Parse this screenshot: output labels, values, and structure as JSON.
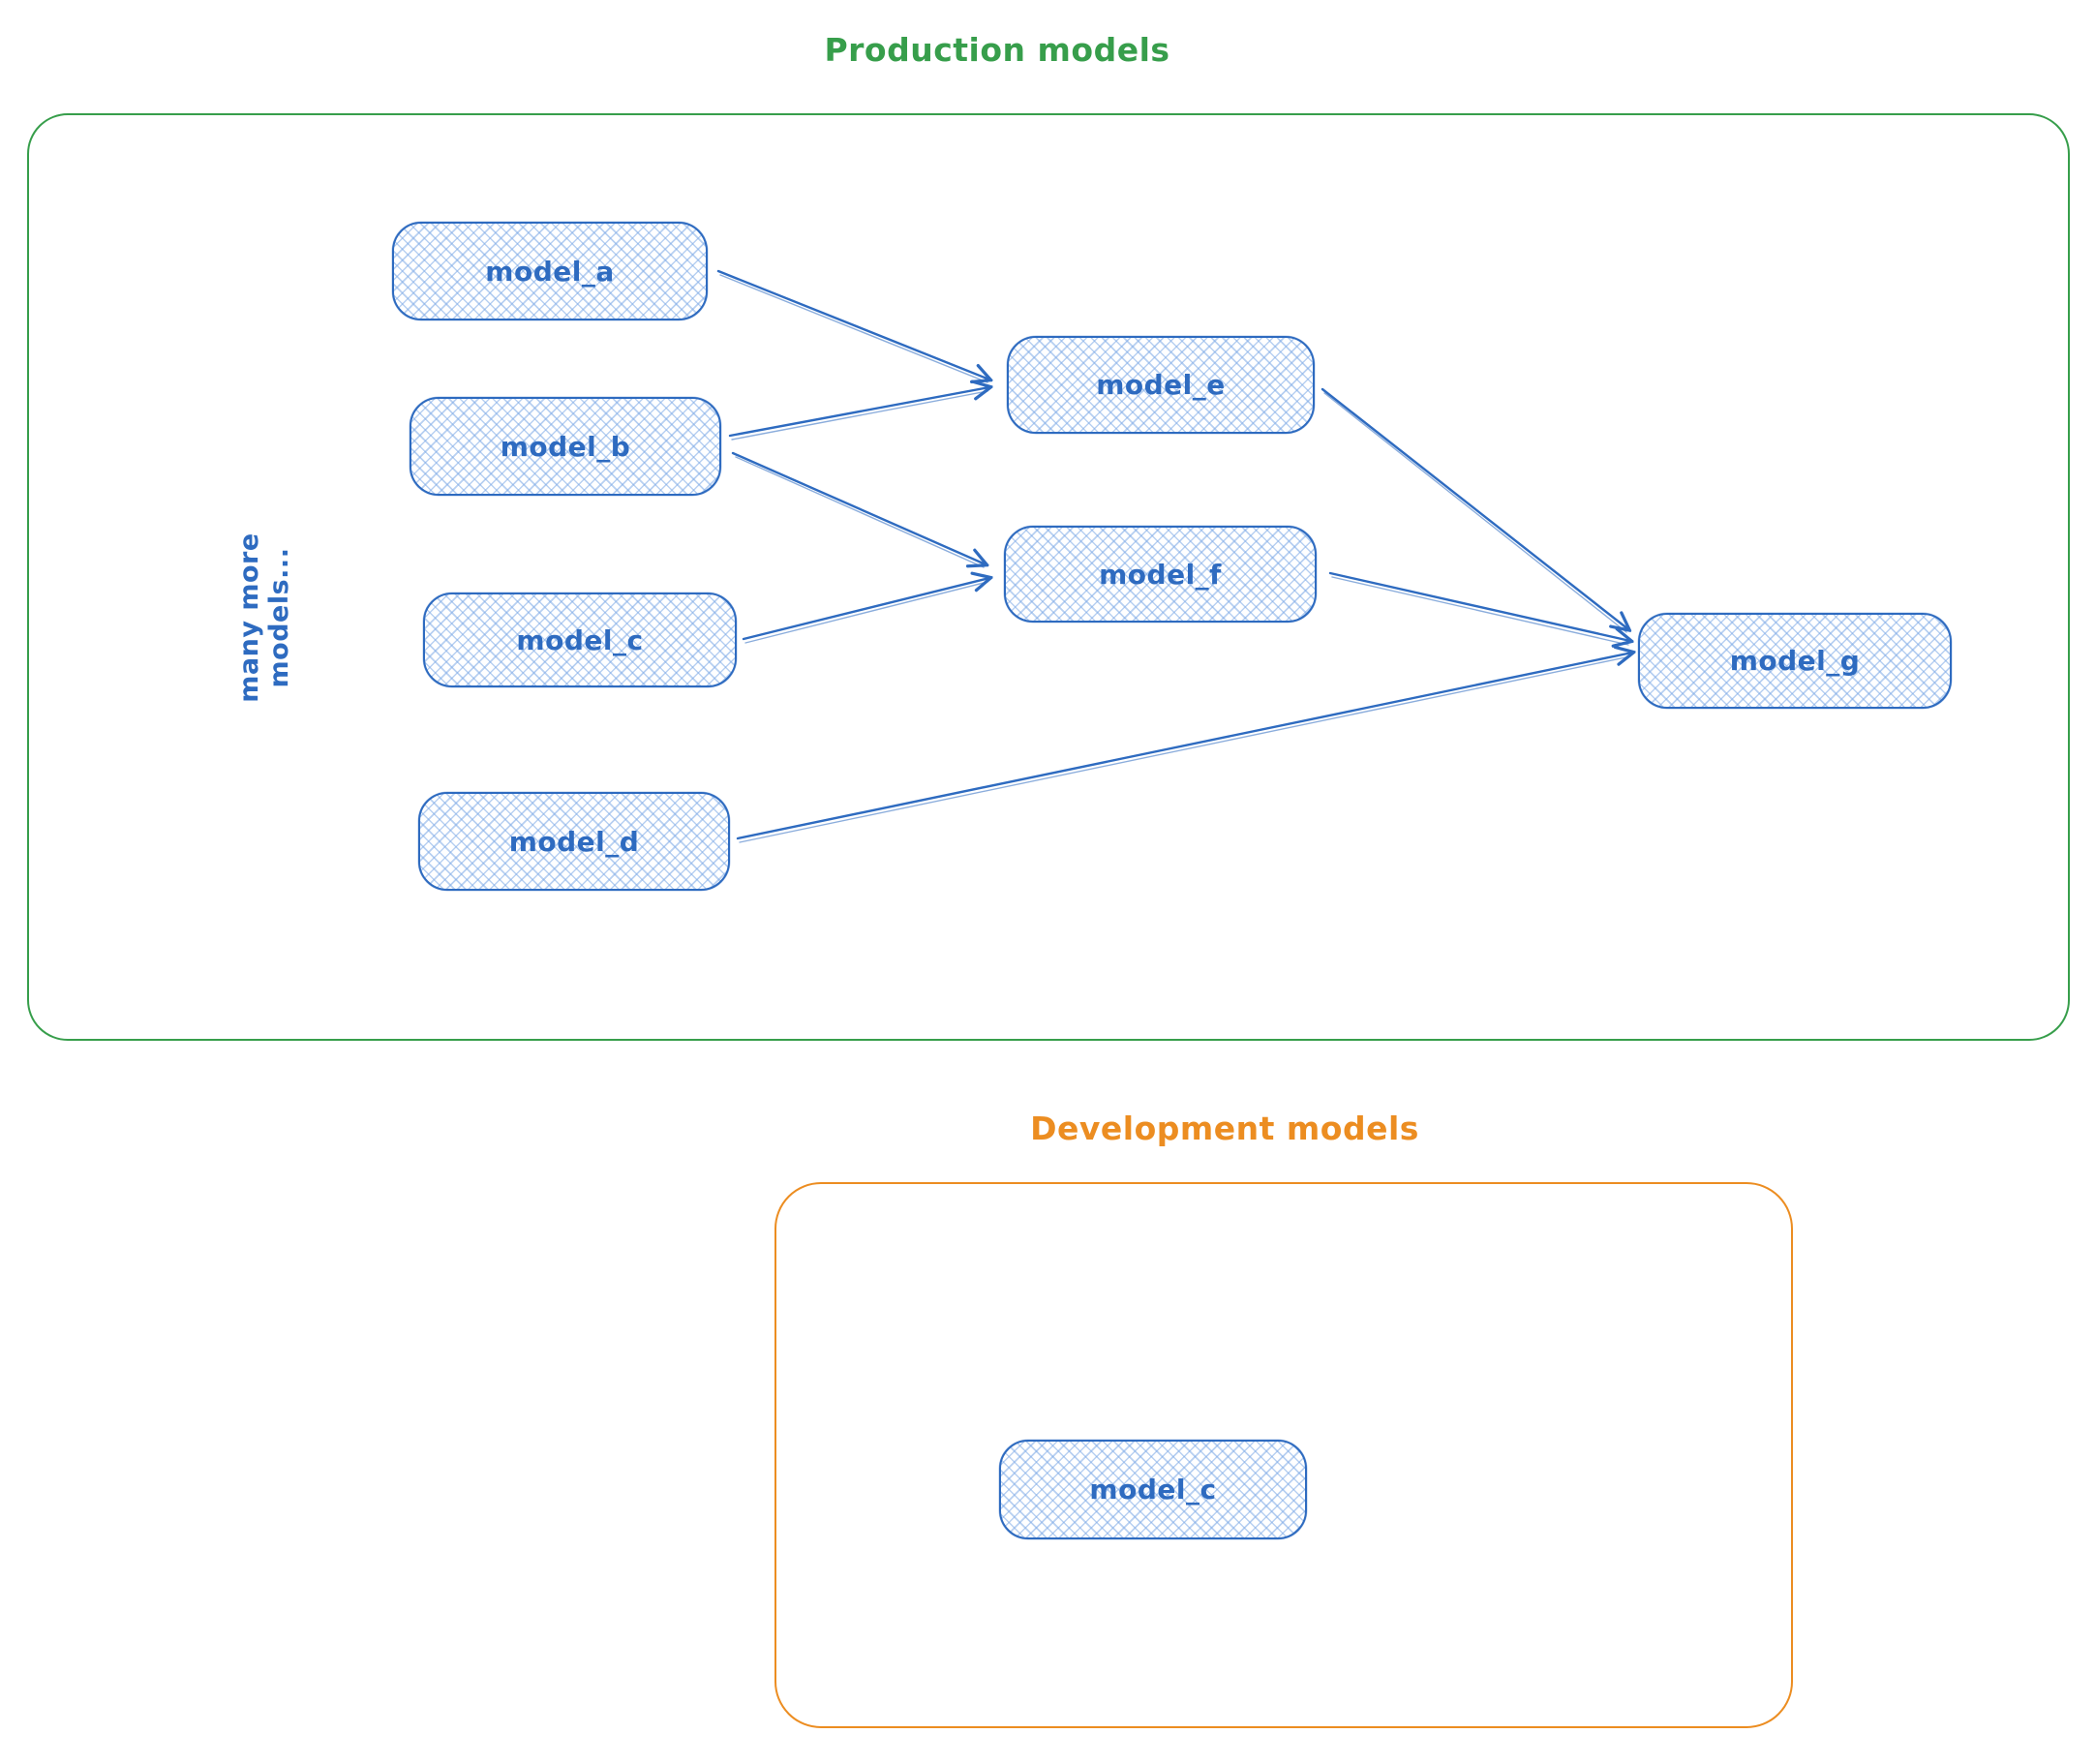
{
  "production": {
    "title": "Production models",
    "side_label": "many more models...",
    "nodes": {
      "a": "model_a",
      "b": "model_b",
      "c": "model_c",
      "d": "model_d",
      "e": "model_e",
      "f": "model_f",
      "g": "model_g"
    }
  },
  "development": {
    "title": "Development models",
    "nodes": {
      "c": "model_c"
    }
  },
  "edges": [
    {
      "from": "model_a",
      "to": "model_e"
    },
    {
      "from": "model_b",
      "to": "model_e"
    },
    {
      "from": "model_b",
      "to": "model_f"
    },
    {
      "from": "model_c",
      "to": "model_f"
    },
    {
      "from": "model_e",
      "to": "model_g"
    },
    {
      "from": "model_f",
      "to": "model_g"
    },
    {
      "from": "model_d",
      "to": "model_g"
    }
  ],
  "colors": {
    "node_stroke": "#2e6bc0",
    "node_hatch_fill": "#7daae6",
    "production_frame": "#379e4b",
    "development_frame": "#ec8d21"
  }
}
